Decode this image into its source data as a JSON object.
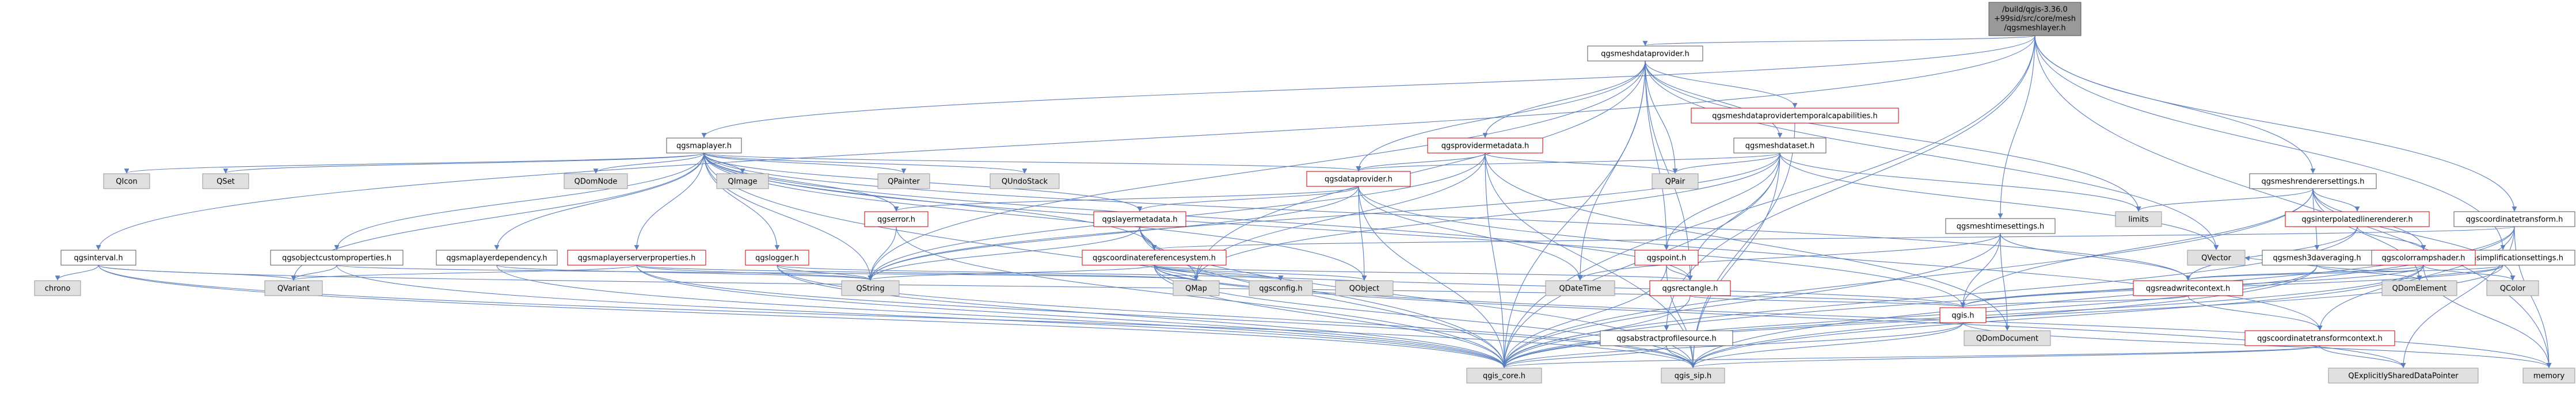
{
  "colors": {
    "edge": "#5b7fbf",
    "node_border_gray": "#999999",
    "node_border_red": "#cc0000",
    "node_border_black": "#555555",
    "root_fill": "#999999",
    "node_fill": "#ffffff",
    "external_fill": "#e0e0e0",
    "text": "#000000"
  },
  "nodes": [
    {
      "id": "root",
      "label": "/build/qgis-3.36.0+99sid/src/core/mesh/qgsmeshlayer.h",
      "lines": [
        "/build/qgis-3.36.0",
        "+99sid/src/core/mesh",
        "/qgsmeshlayer.h"
      ],
      "kind": "root"
    },
    {
      "id": "qgsmeshdataprovider",
      "label": "qgsmeshdataprovider.h",
      "kind": "black"
    },
    {
      "id": "qgsmaplayer",
      "label": "qgsmaplayer.h",
      "kind": "black"
    },
    {
      "id": "qgsmeshdataprovidertemporalcapabilities",
      "label": "qgsmeshdataprovidertemporalcapabilities.h",
      "kind": "red"
    },
    {
      "id": "qgsprovidermetadata",
      "label": "qgsprovidermetadata.h",
      "kind": "red"
    },
    {
      "id": "qgsmeshdataset",
      "label": "qgsmeshdataset.h",
      "kind": "black"
    },
    {
      "id": "qgsmeshrenderersettings",
      "label": "qgsmeshrenderersettings.h",
      "kind": "black"
    },
    {
      "id": "qgscoordinatetransform",
      "label": "qgscoordinatetransform.h",
      "kind": "black"
    },
    {
      "id": "qgsdataprovider",
      "label": "qgsdataprovider.h",
      "kind": "red"
    },
    {
      "id": "qgsinterpolatedlinerenderer",
      "label": "qgsinterpolatedlinerenderer.h",
      "kind": "red"
    },
    {
      "id": "qgsmeshtimesettings",
      "label": "qgsmeshtimesettings.h",
      "kind": "black"
    },
    {
      "id": "qgsmeshsimplificationsettings",
      "label": "qgsmeshsimplificationsettings.h",
      "kind": "black"
    },
    {
      "id": "qgsinterval",
      "label": "qgsinterval.h",
      "kind": "black"
    },
    {
      "id": "qgsobjectcustomproperties",
      "label": "qgsobjectcustomproperties.h",
      "kind": "black"
    },
    {
      "id": "qgsmaplayerdependency",
      "label": "qgsmaplayerdependency.h",
      "kind": "black"
    },
    {
      "id": "qgsmaplayerserverproperties",
      "label": "qgsmaplayerserverproperties.h",
      "kind": "red"
    },
    {
      "id": "qgslogger",
      "label": "qgslogger.h",
      "kind": "red"
    },
    {
      "id": "qgserror",
      "label": "qgserror.h",
      "kind": "red"
    },
    {
      "id": "qgslayermetadata",
      "label": "qgslayermetadata.h",
      "kind": "red"
    },
    {
      "id": "qgscoordinatereferencesystem",
      "label": "qgscoordinatereferencesystem.h",
      "kind": "red"
    },
    {
      "id": "qgspoint",
      "label": "qgspoint.h",
      "kind": "red"
    },
    {
      "id": "qgsrectangle",
      "label": "qgsrectangle.h",
      "kind": "red"
    },
    {
      "id": "qgscolorrampshader",
      "label": "qgscolorrampshader.h",
      "kind": "red"
    },
    {
      "id": "qgsmesh3daveraging",
      "label": "qgsmesh3daveraging.h",
      "kind": "black"
    },
    {
      "id": "qgsreadwritecontext",
      "label": "qgsreadwritecontext.h",
      "kind": "red"
    },
    {
      "id": "qgis",
      "label": "qgis.h",
      "kind": "red"
    },
    {
      "id": "qgscoordinatetransformcontext",
      "label": "qgscoordinatetransformcontext.h",
      "kind": "red"
    },
    {
      "id": "qgsabstractprofilesource",
      "label": "qgsabstractprofilesource.h",
      "kind": "black"
    },
    {
      "id": "qgis_core",
      "label": "qgis_core.h",
      "kind": "gray"
    },
    {
      "id": "qgis_sip",
      "label": "qgis_sip.h",
      "kind": "gray"
    },
    {
      "id": "QIcon",
      "label": "QIcon",
      "kind": "gray"
    },
    {
      "id": "QSet",
      "label": "QSet",
      "kind": "gray"
    },
    {
      "id": "QDomNode",
      "label": "QDomNode",
      "kind": "gray"
    },
    {
      "id": "QImage",
      "label": "QImage",
      "kind": "gray"
    },
    {
      "id": "QPainter",
      "label": "QPainter",
      "kind": "gray"
    },
    {
      "id": "QUndoStack",
      "label": "QUndoStack",
      "kind": "gray"
    },
    {
      "id": "QPair",
      "label": "QPair",
      "kind": "gray"
    },
    {
      "id": "limits",
      "label": "limits",
      "kind": "gray"
    },
    {
      "id": "QVector",
      "label": "QVector",
      "kind": "gray"
    },
    {
      "id": "QColor",
      "label": "QColor",
      "kind": "gray"
    },
    {
      "id": "QDomElement",
      "label": "QDomElement",
      "kind": "gray"
    },
    {
      "id": "chrono",
      "label": "chrono",
      "kind": "gray"
    },
    {
      "id": "QVariant",
      "label": "QVariant",
      "kind": "gray"
    },
    {
      "id": "QString",
      "label": "QString",
      "kind": "gray"
    },
    {
      "id": "QMap",
      "label": "QMap",
      "kind": "gray"
    },
    {
      "id": "qgsconfig",
      "label": "qgsconfig.h",
      "kind": "gray"
    },
    {
      "id": "QObject",
      "label": "QObject",
      "kind": "gray"
    },
    {
      "id": "QDateTime",
      "label": "QDateTime",
      "kind": "gray"
    },
    {
      "id": "QDomDocument",
      "label": "QDomDocument",
      "kind": "gray"
    },
    {
      "id": "memory",
      "label": "memory",
      "kind": "gray"
    },
    {
      "id": "QExplicitlySharedDataPointer",
      "label": "QExplicitlySharedDataPointer",
      "kind": "gray"
    }
  ],
  "edges": [
    [
      "root",
      "qgsmeshdataprovider"
    ],
    [
      "root",
      "qgsmaplayer"
    ],
    [
      "root",
      "qgsinterval"
    ],
    [
      "root",
      "qgsmeshrenderersettings"
    ],
    [
      "root",
      "qgsmeshtimesettings"
    ],
    [
      "root",
      "qgsmeshsimplificationsettings"
    ],
    [
      "root",
      "qgscoordinatetransform"
    ],
    [
      "root",
      "qgsabstractprofilesource"
    ],
    [
      "root",
      "qgis_core"
    ],
    [
      "root",
      "memory"
    ],
    [
      "qgsmeshdataprovider",
      "qgis_core"
    ],
    [
      "qgsmeshdataprovider",
      "QVector"
    ],
    [
      "qgsmeshdataprovider",
      "QString"
    ],
    [
      "qgsmeshdataprovider",
      "QMap"
    ],
    [
      "qgsmeshdataprovider",
      "QPair"
    ],
    [
      "qgsmeshdataprovider",
      "limits"
    ],
    [
      "qgsmeshdataprovider",
      "qgspoint"
    ],
    [
      "qgsmeshdataprovider",
      "qgsdataprovider"
    ],
    [
      "qgsmeshdataprovider",
      "qgsprovidermetadata"
    ],
    [
      "qgsmeshdataprovider",
      "qgsmeshdataset"
    ],
    [
      "qgsmeshdataprovider",
      "qgsmeshdataprovidertemporalcapabilities"
    ],
    [
      "qgsmeshdataprovider",
      "qgsrectangle"
    ],
    [
      "qgsmeshdataprovider",
      "QDateTime"
    ],
    [
      "qgsmaplayer",
      "qgis_core"
    ],
    [
      "qgsmaplayer",
      "QDomNode"
    ],
    [
      "qgsmaplayer",
      "QImage"
    ],
    [
      "qgsmaplayer",
      "QObject"
    ],
    [
      "qgsmaplayer",
      "QPainter"
    ],
    [
      "qgsmaplayer",
      "QUndoStack"
    ],
    [
      "qgsmaplayer",
      "QVariant"
    ],
    [
      "qgsmaplayer",
      "QIcon"
    ],
    [
      "qgsmaplayer",
      "QSet"
    ],
    [
      "qgsmaplayer",
      "QString"
    ],
    [
      "qgsmaplayer",
      "qgis"
    ],
    [
      "qgsmaplayer",
      "qgserror"
    ],
    [
      "qgsmaplayer",
      "qgsobjectcustomproperties"
    ],
    [
      "qgsmaplayer",
      "qgsrectangle"
    ],
    [
      "qgsmaplayer",
      "qgsmaplayerdependency"
    ],
    [
      "qgsmaplayer",
      "qgslayermetadata"
    ],
    [
      "qgsmaplayer",
      "qgsmaplayerserverproperties"
    ],
    [
      "qgsmaplayer",
      "qgsreadwritecontext"
    ],
    [
      "qgsmaplayer",
      "qgsdataprovider"
    ],
    [
      "qgsmaplayer",
      "qgslogger"
    ],
    [
      "qgsmaplayer",
      "qgscoordinatereferencesystem"
    ],
    [
      "qgsmeshdataprovidertemporalcapabilities",
      "qgis_sip"
    ],
    [
      "qgsprovidermetadata",
      "QPair"
    ],
    [
      "qgsprovidermetadata",
      "QString"
    ],
    [
      "qgsprovidermetadata",
      "QMap"
    ],
    [
      "qgsprovidermetadata",
      "qgis_core"
    ],
    [
      "qgsprovidermetadata",
      "qgis_sip"
    ],
    [
      "qgsprovidermetadata",
      "qgsdataprovider"
    ],
    [
      "qgsprovidermetadata",
      "QDomDocument"
    ],
    [
      "qgsmeshdataset",
      "QVector"
    ],
    [
      "qgsmeshdataset",
      "QString"
    ],
    [
      "qgsmeshdataset",
      "QMap"
    ],
    [
      "qgsmeshdataset",
      "QPair"
    ],
    [
      "qgsmeshdataset",
      "limits"
    ],
    [
      "qgsmeshdataset",
      "qgis_core"
    ],
    [
      "qgsmeshdataset",
      "qgis_sip"
    ],
    [
      "qgsmeshdataset",
      "qgspoint"
    ],
    [
      "qgsmeshdataset",
      "qgsdataprovider"
    ],
    [
      "qgsmeshdataset",
      "qgsrectangle"
    ],
    [
      "qgsmeshrenderersettings",
      "QColor"
    ],
    [
      "qgsmeshrenderersettings",
      "QDomElement"
    ],
    [
      "qgsmeshrenderersettings",
      "limits"
    ],
    [
      "qgsmeshrenderersettings",
      "qgis_core"
    ],
    [
      "qgsmeshrenderersettings",
      "qgis"
    ],
    [
      "qgsmeshrenderersettings",
      "qgscolorrampshader"
    ],
    [
      "qgsmeshrenderersettings",
      "qgsmesh3daveraging"
    ],
    [
      "qgsmeshrenderersettings",
      "qgsinterpolatedlinerenderer"
    ],
    [
      "qgscoordinatetransform",
      "QExplicitlySharedDataPointer"
    ],
    [
      "qgscoordinatetransform",
      "qgis_core"
    ],
    [
      "qgscoordinatetransform",
      "qgis_sip"
    ],
    [
      "qgscoordinatetransform",
      "qgscoordinatereferencesystem"
    ],
    [
      "qgscoordinatetransform",
      "qgscoordinatetransformcontext"
    ],
    [
      "qgscoordinatetransform",
      "memory"
    ],
    [
      "qgsdataprovider",
      "qgis_core"
    ],
    [
      "qgsdataprovider",
      "QDateTime"
    ],
    [
      "qgsdataprovider",
      "QObject"
    ],
    [
      "qgsdataprovider",
      "QString"
    ],
    [
      "qgsdataprovider",
      "QStringList"
    ],
    [
      "qgsdataprovider",
      "QMutex"
    ],
    [
      "qgsdataprovider",
      "qgsdatasourceuri"
    ],
    [
      "qgsdataprovider",
      "qgscoordinatetransformcontext"
    ],
    [
      "qgsdataprovider",
      "qgslayermetadata"
    ],
    [
      "qgsdataprovider",
      "qgserror"
    ],
    [
      "qgsinterpolatedlinerenderer",
      "qgscolorrampshader"
    ],
    [
      "qgsinterpolatedlinerenderer",
      "qgsreadwritecontext"
    ],
    [
      "qgsinterpolatedlinerenderer",
      "qgis_core"
    ],
    [
      "qgsmeshtimesettings",
      "QDateTime"
    ],
    [
      "qgsmeshtimesettings",
      "QDomDocument"
    ],
    [
      "qgsmeshtimesettings",
      "qgis_core"
    ],
    [
      "qgsmeshtimesettings",
      "qgis"
    ],
    [
      "qgsmeshtimesettings",
      "qgsreadwritecontext"
    ],
    [
      "qgsmeshsimplificationsettings",
      "QDomElement"
    ],
    [
      "qgsmeshsimplificationsettings",
      "qgis_core"
    ],
    [
      "qgsmeshsimplificationsettings",
      "qgis"
    ],
    [
      "qgsmeshsimplificationsettings",
      "qgsreadwritecontext"
    ],
    [
      "qgsinterval",
      "chrono"
    ],
    [
      "qgsinterval",
      "qgis_core"
    ],
    [
      "qgsinterval",
      "qgis_sip"
    ],
    [
      "qgsinterval",
      "qgis"
    ],
    [
      "qgsinterval",
      "QVariant"
    ],
    [
      "qgsobjectcustomproperties",
      "qgis_core"
    ],
    [
      "qgsobjectcustomproperties",
      "QMap"
    ],
    [
      "qgsobjectcustomproperties",
      "QVariant"
    ],
    [
      "qgsmaplayerdependency",
      "qgis_core"
    ],
    [
      "qgsmaplayerdependency",
      "QString"
    ],
    [
      "qgsmaplayerserverproperties",
      "qgis_core"
    ],
    [
      "qgsmaplayerserverproperties",
      "qgis_sip"
    ],
    [
      "qgsmaplayerserverproperties",
      "QMap"
    ],
    [
      "qgsmaplayerserverproperties",
      "QString"
    ],
    [
      "qgsmaplayerserverproperties",
      "QMetaType"
    ],
    [
      "qgsmaplayerserverproperties",
      "QVariant"
    ],
    [
      "qgslogger",
      "qgis_core"
    ],
    [
      "qgslogger",
      "qgis_sip"
    ],
    [
      "qgslogger",
      "QString"
    ],
    [
      "qgslogger",
      "QTime"
    ],
    [
      "qgslogger",
      "qgsconfig"
    ],
    [
      "qgserror",
      "qgis_core"
    ],
    [
      "qgserror",
      "QString"
    ],
    [
      "qgserror",
      "QList"
    ],
    [
      "qgslayermetadata",
      "qgis_sip"
    ],
    [
      "qgslayermetadata",
      "qgis_core"
    ],
    [
      "qgslayermetadata",
      "qgscoordinatereferencesystem"
    ],
    [
      "qgslayermetadata",
      "QMap"
    ],
    [
      "qgslayermetadata",
      "QString"
    ],
    [
      "qgscoordinatereferencesystem",
      "qgis_core"
    ],
    [
      "qgscoordinatereferencesystem",
      "qgis_sip"
    ],
    [
      "qgscoordinatereferencesystem",
      "QString"
    ],
    [
      "qgscoordinatereferencesystem",
      "QMap"
    ],
    [
      "qgscoordinatereferencesystem",
      "QObject"
    ],
    [
      "qgscoordinatereferencesystem",
      "qgsconfig"
    ],
    [
      "qgscoordinatereferencesystem",
      "qgis"
    ],
    [
      "qgscoordinatereferencesystem",
      "qgsrectangle"
    ],
    [
      "qgscoordinatereferencesystem",
      "memory"
    ],
    [
      "qgscoordinatereferencesystem",
      "QExplicitlySharedDataPointer"
    ],
    [
      "qgspoint",
      "qgis_core"
    ],
    [
      "qgspoint",
      "qgis_sip"
    ],
    [
      "qgspoint",
      "qgsrectangle"
    ],
    [
      "qgsrectangle",
      "qgis_core"
    ],
    [
      "qgsrectangle",
      "qgis"
    ],
    [
      "qgscolorrampshader",
      "qgis_core"
    ],
    [
      "qgscolorrampshader",
      "qgis_sip"
    ],
    [
      "qgscolorrampshader",
      "QColor"
    ],
    [
      "qgscolorrampshader",
      "QVector"
    ],
    [
      "qgscolorrampshader",
      "memory"
    ],
    [
      "qgscolorrampshader",
      "qgis"
    ],
    [
      "qgscolorrampshader",
      "qgsreadwritecontext"
    ],
    [
      "qgsmesh3daveraging",
      "qgis_core"
    ],
    [
      "qgsmesh3daveraging",
      "qgis_sip"
    ],
    [
      "qgsmesh3daveraging",
      "QDomElement"
    ],
    [
      "qgsreadwritecontext",
      "qgscoordinatetransformcontext"
    ],
    [
      "qgsreadwritecontext",
      "qgis"
    ],
    [
      "qgis",
      "qgis_core"
    ],
    [
      "qgis",
      "qgis_sip"
    ],
    [
      "qgis",
      "memory"
    ],
    [
      "qgscoordinatetransformcontext",
      "qgis_core"
    ],
    [
      "qgscoordinatetransformcontext",
      "qgis_sip"
    ],
    [
      "qgscoordinatetransformcontext",
      "QExplicitlySharedDataPointer"
    ],
    [
      "qgsabstractprofilesource",
      "qgis_core"
    ],
    [
      "qgsabstractprofilesource",
      "qgis_sip"
    ]
  ]
}
